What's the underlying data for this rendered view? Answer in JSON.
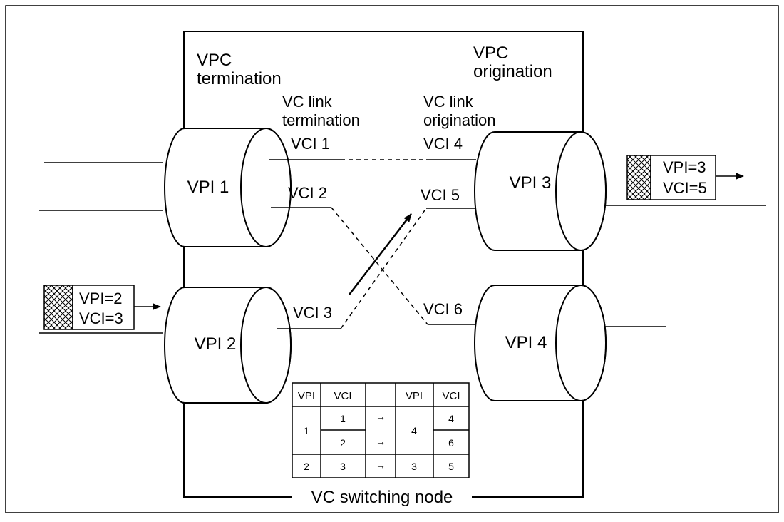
{
  "diagram": {
    "node_caption": "VC switching node",
    "vpc_termination": [
      "VPC",
      "termination"
    ],
    "vpc_origination": [
      "VPC",
      "origination"
    ],
    "vc_link_termination": [
      "VC link",
      "termination"
    ],
    "vc_link_origination": [
      "VC link",
      "origination"
    ],
    "vpi": {
      "vpi1": "VPI 1",
      "vpi2": "VPI 2",
      "vpi3": "VPI 3",
      "vpi4": "VPI 4"
    },
    "vci": {
      "vci1": "VCI 1",
      "vci2": "VCI 2",
      "vci3": "VCI 3",
      "vci4": "VCI 4",
      "vci5": "VCI 5",
      "vci6": "VCI 6"
    },
    "cell_in": {
      "vpi": "VPI=2",
      "vci": "VCI=3"
    },
    "cell_out": {
      "vpi": "VPI=3",
      "vci": "VCI=5"
    },
    "table": {
      "headers": [
        "VPI",
        "VCI",
        "",
        "VPI",
        "VCI"
      ],
      "arrow": "→",
      "rows": [
        {
          "in_vpi": "1",
          "in_vci": "1",
          "out_vpi": "4",
          "out_vci": "4"
        },
        {
          "in_vpi": "1",
          "in_vci": "2",
          "out_vpi": "4",
          "out_vci": "6"
        },
        {
          "in_vpi": "2",
          "in_vci": "3",
          "out_vpi": "3",
          "out_vci": "5"
        }
      ]
    }
  }
}
